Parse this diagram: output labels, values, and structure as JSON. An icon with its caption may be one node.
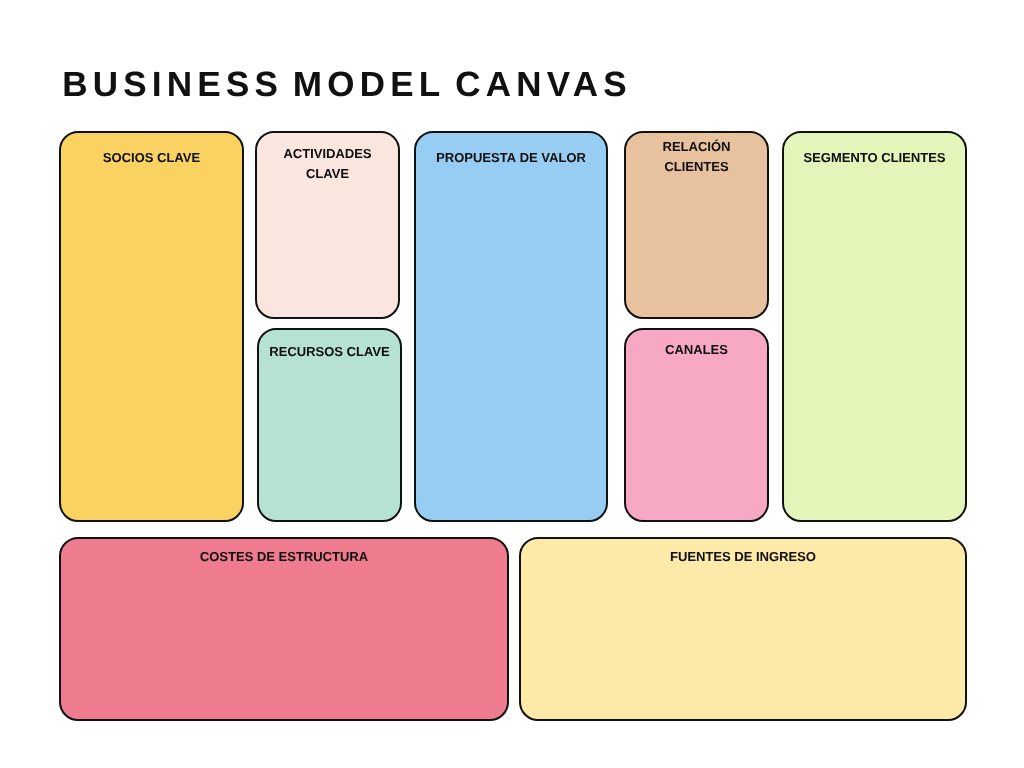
{
  "diagram": {
    "title": "BUSINESS MODEL CANVAS",
    "nodes": [
      {
        "text": [
          "SOCIOS CLAVE"
        ]
      },
      {
        "text": [
          "ACTIVIDADES CLAVE"
        ]
      },
      {
        "text": [
          "RECURSOS CLAVE"
        ]
      },
      {
        "text": [
          "PROPUESTA DE VALOR"
        ]
      },
      {
        "text": [
          "RELACIÓN CLIENTES"
        ]
      },
      {
        "text": [
          "CANALES"
        ]
      },
      {
        "text": [
          "SEGMENTO CLIENTES"
        ]
      },
      {
        "text": [
          "COSTES DE ESTRUCTURA"
        ]
      },
      {
        "text": [
          "FUENTES DE INGRESO"
        ]
      }
    ]
  }
}
